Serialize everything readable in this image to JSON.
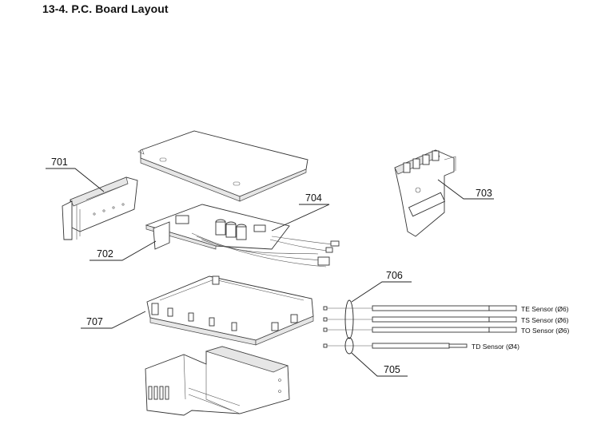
{
  "page": {
    "title": "13-4.  P.C.  Board Layout"
  },
  "callouts": {
    "p701": "701",
    "p702": "702",
    "p703": "703",
    "p704": "704",
    "p705": "705",
    "p706": "706",
    "p707": "707"
  },
  "sensors": {
    "te": "TE Sensor (Ø6)",
    "ts": "TS Sensor (Ø6)",
    "to": "TO Sensor (Ø6)",
    "td": "TD Sensor (Ø4)"
  }
}
